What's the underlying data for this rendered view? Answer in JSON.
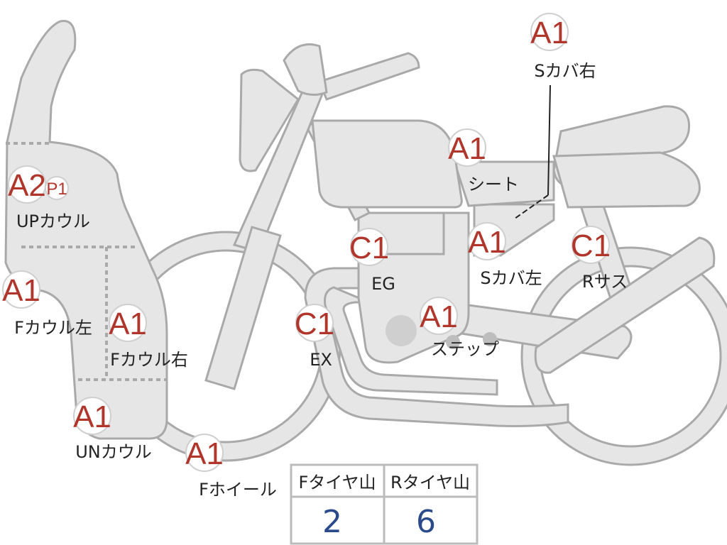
{
  "markers": [
    {
      "id": "s-cover-right",
      "code": "A1",
      "label": "Sカバ右"
    },
    {
      "id": "seat",
      "code": "A1",
      "label": "シート"
    },
    {
      "id": "up-cowl",
      "code": "A2",
      "sub": "P1",
      "label": "UPカウル"
    },
    {
      "id": "engine",
      "code": "C1",
      "label": "EG"
    },
    {
      "id": "s-cover-left",
      "code": "A1",
      "label": "Sカバ左"
    },
    {
      "id": "rear-suspension",
      "code": "C1",
      "label": "Rサス"
    },
    {
      "id": "f-cowl-left",
      "code": "A1",
      "label": "Fカウル左"
    },
    {
      "id": "f-cowl-right",
      "code": "A1",
      "label": "Fカウル右"
    },
    {
      "id": "exhaust",
      "code": "C1",
      "label": "EX"
    },
    {
      "id": "step",
      "code": "A1",
      "label": "ステップ"
    },
    {
      "id": "un-cowl",
      "code": "A1",
      "label": "UNカウル"
    },
    {
      "id": "f-wheel",
      "code": "A1",
      "label": "Fホイール"
    }
  ],
  "tire_table": {
    "front_header": "Fタイヤ山",
    "rear_header": "Rタイヤ山",
    "front_value": "2",
    "rear_value": "6"
  },
  "colors": {
    "part_fill": "#e6e6e6",
    "part_stroke": "#a9a9a9",
    "badge_text": "#b0352a",
    "table_value": "#2a4a8c"
  }
}
